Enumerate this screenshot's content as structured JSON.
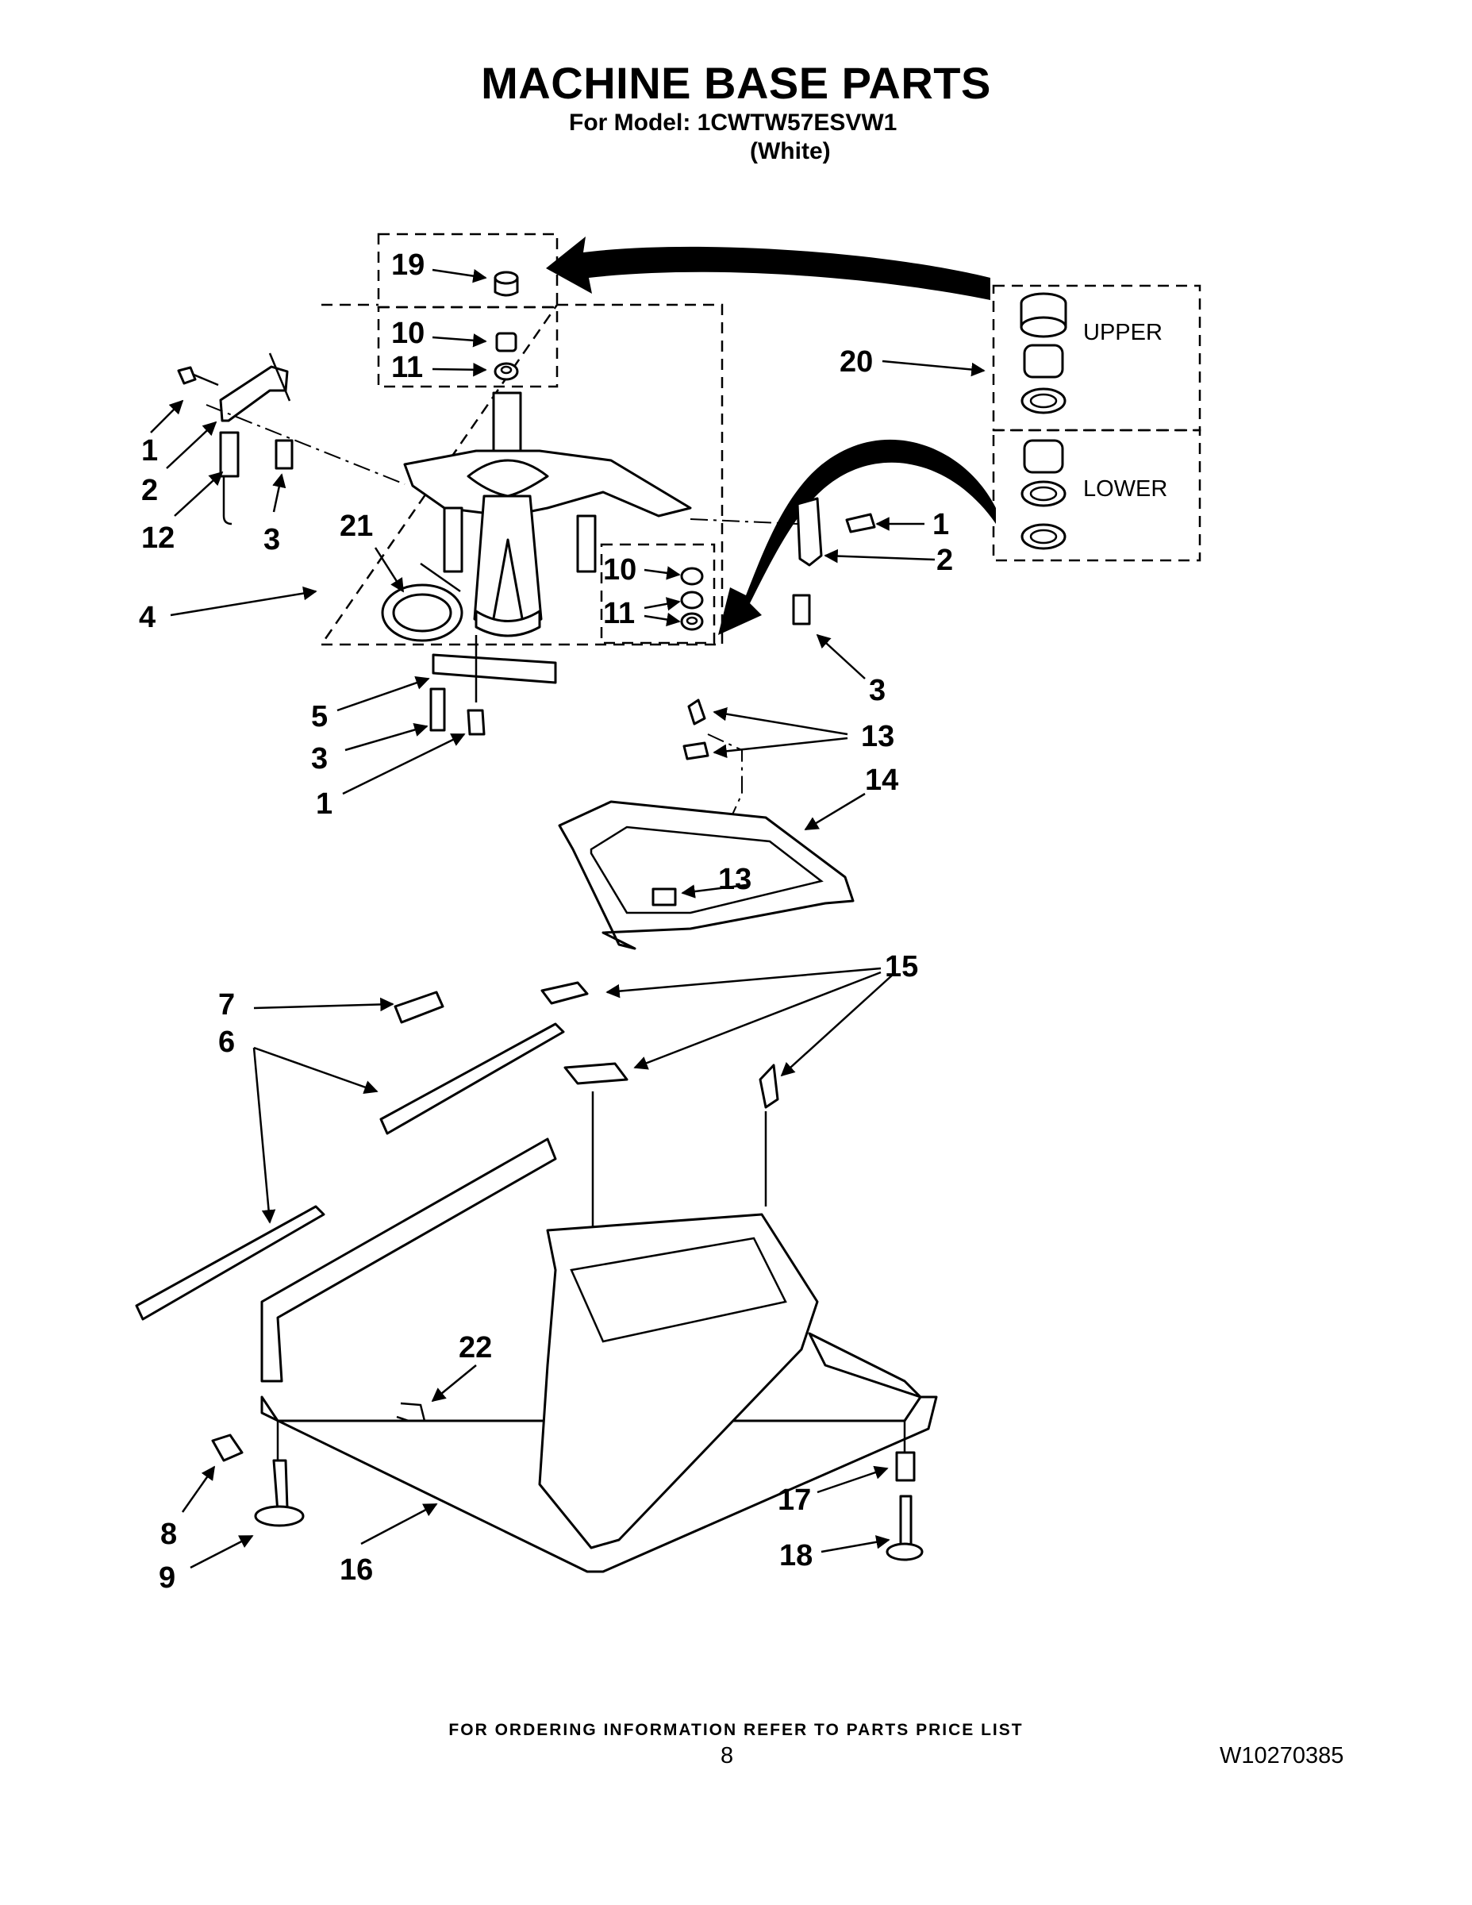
{
  "header": {
    "title": "MACHINE BASE PARTS",
    "model": "For Model: 1CWTW57ESVW1",
    "color": "(White)"
  },
  "callouts": {
    "c19": "19",
    "c10a": "10",
    "c11a": "11",
    "c1a": "1",
    "c2a": "2",
    "c12": "12",
    "c3a": "3",
    "c21": "21",
    "c4": "4",
    "c10b": "10",
    "c11b": "11",
    "c1b": "1",
    "c2b": "2",
    "c3b": "3",
    "c20": "20",
    "c5": "5",
    "c3c": "3",
    "c1c": "1",
    "c13a": "13",
    "c14": "14",
    "c13b": "13",
    "c15": "15",
    "c7": "7",
    "c6": "6",
    "c22": "22",
    "c8": "8",
    "c9": "9",
    "c16": "16",
    "c17": "17",
    "c18": "18"
  },
  "labels": {
    "upper": "UPPER",
    "lower": "LOWER"
  },
  "footer": {
    "ordering": "FOR ORDERING INFORMATION REFER TO PARTS PRICE LIST",
    "page_number": "8",
    "document_number": "W10270385"
  }
}
